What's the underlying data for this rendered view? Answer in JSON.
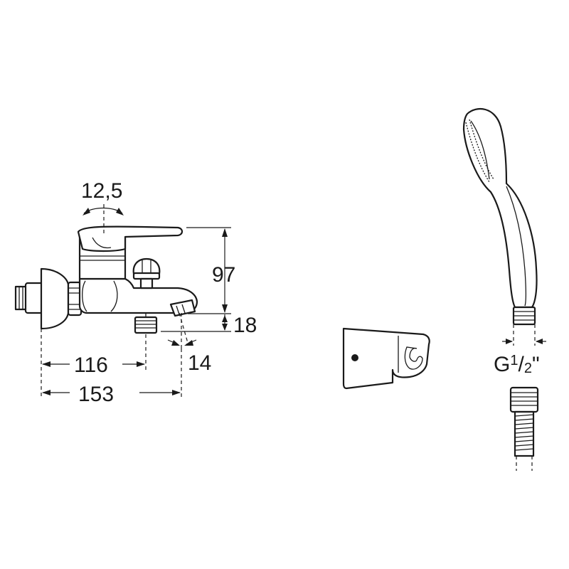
{
  "dimensions": {
    "lever_angle": "12,5",
    "height": "97",
    "outlet_height": "18",
    "outlet_spacing": "14",
    "inlet_to_outlet": "116",
    "total_depth": "153"
  },
  "thread": {
    "prefix": "G",
    "numerator": "1",
    "slash": "/",
    "denominator": "2",
    "suffix": "\""
  }
}
